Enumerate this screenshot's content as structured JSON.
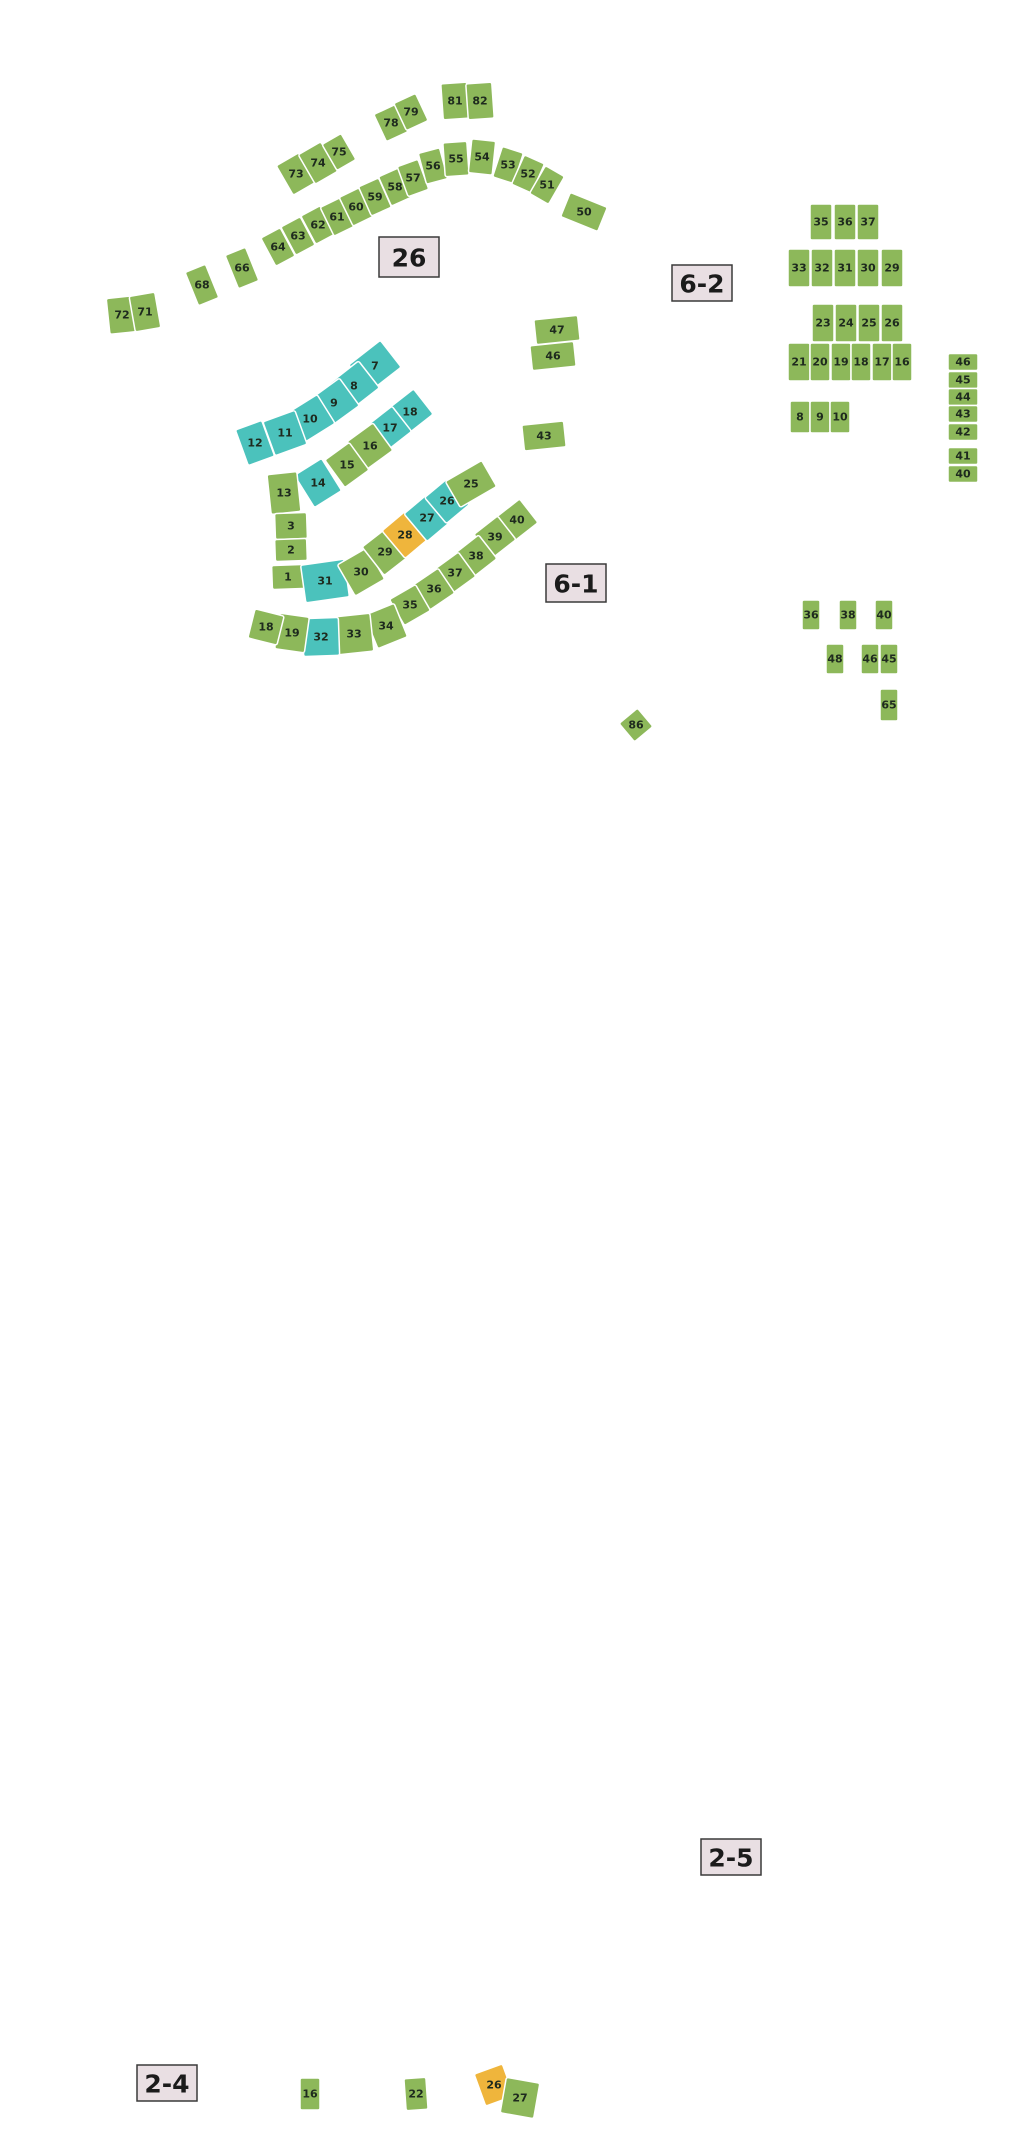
{
  "colors": {
    "available": "#8db85a",
    "featured": "#4bc2bc",
    "pending": "#efb53c"
  },
  "phases": [
    {
      "id": "p26",
      "label": "26"
    },
    {
      "id": "p62",
      "label": "6-2"
    },
    {
      "id": "p61",
      "label": "6-1"
    },
    {
      "id": "p25",
      "label": "2-5"
    },
    {
      "id": "p24",
      "label": "2-4"
    }
  ],
  "lots": [
    {
      "id": "a81",
      "label": "81",
      "status": "available"
    },
    {
      "id": "a82",
      "label": "82",
      "status": "available"
    },
    {
      "id": "a78",
      "label": "78",
      "status": "available"
    },
    {
      "id": "a79",
      "label": "79",
      "status": "available"
    },
    {
      "id": "a73",
      "label": "73",
      "status": "available"
    },
    {
      "id": "a74",
      "label": "74",
      "status": "available"
    },
    {
      "id": "a75",
      "label": "75",
      "status": "available"
    },
    {
      "id": "a64",
      "label": "64",
      "status": "available"
    },
    {
      "id": "a63",
      "label": "63",
      "status": "available"
    },
    {
      "id": "a62",
      "label": "62",
      "status": "available"
    },
    {
      "id": "a61",
      "label": "61",
      "status": "available"
    },
    {
      "id": "a60",
      "label": "60",
      "status": "available"
    },
    {
      "id": "a59",
      "label": "59",
      "status": "available"
    },
    {
      "id": "a58",
      "label": "58",
      "status": "available"
    },
    {
      "id": "a57",
      "label": "57",
      "status": "available"
    },
    {
      "id": "a56",
      "label": "56",
      "status": "available"
    },
    {
      "id": "a55",
      "label": "55",
      "status": "available"
    },
    {
      "id": "a54",
      "label": "54",
      "status": "available"
    },
    {
      "id": "a53",
      "label": "53",
      "status": "available"
    },
    {
      "id": "a52",
      "label": "52",
      "status": "available"
    },
    {
      "id": "a51",
      "label": "51",
      "status": "available"
    },
    {
      "id": "a50",
      "label": "50",
      "status": "available"
    },
    {
      "id": "a66",
      "label": "66",
      "status": "available"
    },
    {
      "id": "a68",
      "label": "68",
      "status": "available"
    },
    {
      "id": "a72",
      "label": "72",
      "status": "available"
    },
    {
      "id": "a71",
      "label": "71",
      "status": "available"
    },
    {
      "id": "b35",
      "label": "35",
      "status": "available"
    },
    {
      "id": "b36",
      "label": "36",
      "status": "available"
    },
    {
      "id": "b37",
      "label": "37",
      "status": "available"
    },
    {
      "id": "b33",
      "label": "33",
      "status": "available"
    },
    {
      "id": "b32",
      "label": "32",
      "status": "available"
    },
    {
      "id": "b31",
      "label": "31",
      "status": "available"
    },
    {
      "id": "b30",
      "label": "30",
      "status": "available"
    },
    {
      "id": "b29",
      "label": "29",
      "status": "available"
    },
    {
      "id": "b23",
      "label": "23",
      "status": "available"
    },
    {
      "id": "b24",
      "label": "24",
      "status": "available"
    },
    {
      "id": "b25",
      "label": "25",
      "status": "available"
    },
    {
      "id": "b26",
      "label": "26",
      "status": "available"
    },
    {
      "id": "b21",
      "label": "21",
      "status": "available"
    },
    {
      "id": "b20",
      "label": "20",
      "status": "available"
    },
    {
      "id": "b19",
      "label": "19",
      "status": "available"
    },
    {
      "id": "b18",
      "label": "18",
      "status": "available"
    },
    {
      "id": "b17",
      "label": "17",
      "status": "available"
    },
    {
      "id": "b16",
      "label": "16",
      "status": "available"
    },
    {
      "id": "b8",
      "label": "8",
      "status": "available"
    },
    {
      "id": "b9",
      "label": "9",
      "status": "available"
    },
    {
      "id": "b10",
      "label": "10",
      "status": "available"
    },
    {
      "id": "b46",
      "label": "46",
      "status": "available"
    },
    {
      "id": "b45",
      "label": "45",
      "status": "available"
    },
    {
      "id": "b44",
      "label": "44",
      "status": "available"
    },
    {
      "id": "b43",
      "label": "43",
      "status": "available"
    },
    {
      "id": "b42",
      "label": "42",
      "status": "available"
    },
    {
      "id": "b41",
      "label": "41",
      "status": "available"
    },
    {
      "id": "b40",
      "label": "40",
      "status": "available"
    },
    {
      "id": "c47",
      "label": "47",
      "status": "available"
    },
    {
      "id": "c46",
      "label": "46",
      "status": "available"
    },
    {
      "id": "c43",
      "label": "43",
      "status": "available"
    },
    {
      "id": "c7",
      "label": "7",
      "status": "featured"
    },
    {
      "id": "c8",
      "label": "8",
      "status": "featured"
    },
    {
      "id": "c9",
      "label": "9",
      "status": "featured"
    },
    {
      "id": "c10",
      "label": "10",
      "status": "featured"
    },
    {
      "id": "c11",
      "label": "11",
      "status": "featured"
    },
    {
      "id": "c12",
      "label": "12",
      "status": "featured"
    },
    {
      "id": "c18",
      "label": "18",
      "status": "featured"
    },
    {
      "id": "c17",
      "label": "17",
      "status": "featured"
    },
    {
      "id": "c16",
      "label": "16",
      "status": "available"
    },
    {
      "id": "c15",
      "label": "15",
      "status": "available"
    },
    {
      "id": "c14",
      "label": "14",
      "status": "featured"
    },
    {
      "id": "c13",
      "label": "13",
      "status": "available"
    },
    {
      "id": "c3",
      "label": "3",
      "status": "available"
    },
    {
      "id": "c2",
      "label": "2",
      "status": "available"
    },
    {
      "id": "c1",
      "label": "1",
      "status": "available"
    },
    {
      "id": "c31",
      "label": "31",
      "status": "featured"
    },
    {
      "id": "c30",
      "label": "30",
      "status": "available"
    },
    {
      "id": "c29",
      "label": "29",
      "status": "available"
    },
    {
      "id": "c28",
      "label": "28",
      "status": "pending"
    },
    {
      "id": "c27",
      "label": "27",
      "status": "featured"
    },
    {
      "id": "c26",
      "label": "26",
      "status": "featured"
    },
    {
      "id": "c25",
      "label": "25",
      "status": "available"
    },
    {
      "id": "c40",
      "label": "40",
      "status": "available"
    },
    {
      "id": "c39",
      "label": "39",
      "status": "available"
    },
    {
      "id": "c38",
      "label": "38",
      "status": "available"
    },
    {
      "id": "c37",
      "label": "37",
      "status": "available"
    },
    {
      "id": "c36",
      "label": "36",
      "status": "available"
    },
    {
      "id": "c35",
      "label": "35",
      "status": "available"
    },
    {
      "id": "c34",
      "label": "34",
      "status": "available"
    },
    {
      "id": "c33",
      "label": "33",
      "status": "available"
    },
    {
      "id": "c32",
      "label": "32",
      "status": "featured"
    },
    {
      "id": "c19",
      "label": "19",
      "status": "available"
    },
    {
      "id": "c18b",
      "label": "18",
      "status": "available"
    },
    {
      "id": "c86",
      "label": "86",
      "status": "available"
    },
    {
      "id": "d36",
      "label": "36",
      "status": "available"
    },
    {
      "id": "d38",
      "label": "38",
      "status": "available"
    },
    {
      "id": "d40",
      "label": "40",
      "status": "available"
    },
    {
      "id": "d48",
      "label": "48",
      "status": "available"
    },
    {
      "id": "d46",
      "label": "46",
      "status": "available"
    },
    {
      "id": "d45",
      "label": "45",
      "status": "available"
    },
    {
      "id": "d65",
      "label": "65",
      "status": "available"
    },
    {
      "id": "e16",
      "label": "16",
      "status": "available"
    },
    {
      "id": "e22",
      "label": "22",
      "status": "available"
    },
    {
      "id": "e26",
      "label": "26",
      "status": "pending"
    },
    {
      "id": "e27",
      "label": "27",
      "status": "available"
    }
  ]
}
